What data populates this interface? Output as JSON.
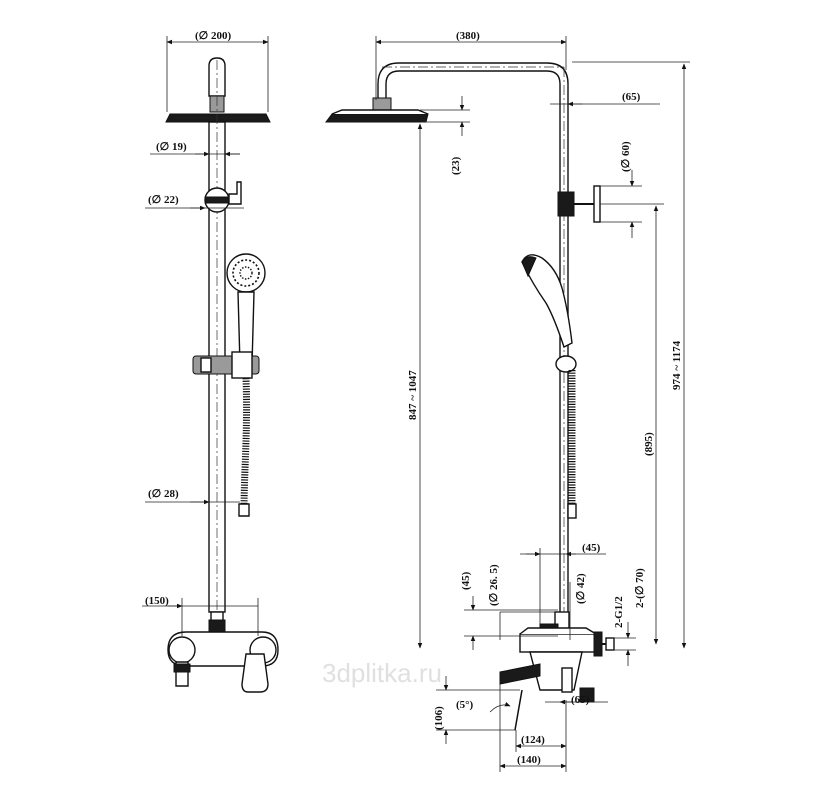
{
  "watermark": "3dplitka.ru",
  "front_view": {
    "head_diameter": "(∅ 200)",
    "pipe_diameter_top": "(∅ 19)",
    "holder_diameter": "(∅ 22)",
    "pipe_diameter_bottom": "(∅ 28)",
    "mixer_width": "(150)"
  },
  "side_view": {
    "arm_length": "(380)",
    "wall_offset": "(65)",
    "head_thickness": "(23)",
    "flange_diameter": "(∅ 60)",
    "height_range_head": "847 ~ 1047",
    "total_height_range": "974 ~ 1174",
    "holder_height": "(895)",
    "spout_height": "(45)",
    "pipe_diameter": "(∅ 26. 5)",
    "mixer_depth": "(45)",
    "mixer_diameter": "(∅ 42)",
    "inlet_thread": "2-G1/2",
    "escutcheon_diameter": "2-(∅ 70)",
    "spout_drop": "(106)",
    "spout_angle": "(5°)",
    "base_offset": "(65)",
    "spout_reach_inner": "(124)",
    "spout_reach_outer": "(140)"
  }
}
